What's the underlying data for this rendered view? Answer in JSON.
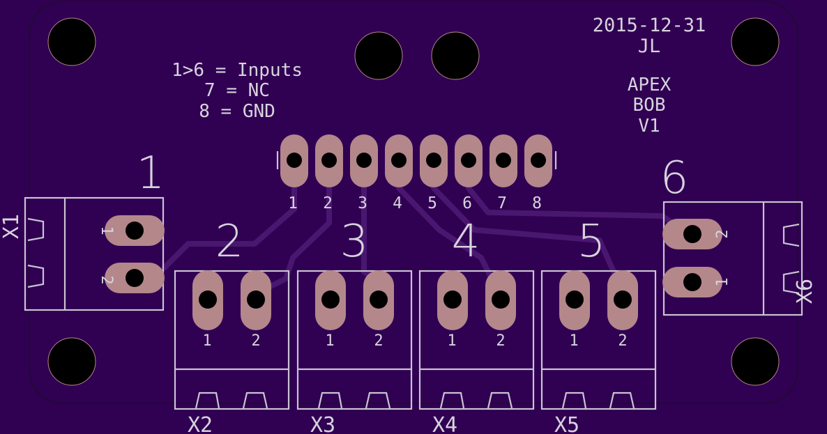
{
  "board": {
    "date": "2015-12-31",
    "author": "JL",
    "title_lines": [
      "APEX",
      "BOB",
      "V1"
    ],
    "legend_lines": [
      "1>6 = Inputs",
      "7 = NC",
      "8 = GND"
    ]
  },
  "header": {
    "pin_labels": [
      "1",
      "2",
      "3",
      "4",
      "5",
      "6",
      "7",
      "8"
    ]
  },
  "connectors": {
    "x1": {
      "designator": "X1",
      "channel": "1",
      "pin1": "1",
      "pin2": "2"
    },
    "x2": {
      "designator": "X2",
      "channel": "2",
      "pin1": "1",
      "pin2": "2"
    },
    "x3": {
      "designator": "X3",
      "channel": "3",
      "pin1": "1",
      "pin2": "2"
    },
    "x4": {
      "designator": "X4",
      "channel": "4",
      "pin1": "1",
      "pin2": "2"
    },
    "x5": {
      "designator": "X5",
      "channel": "5",
      "pin1": "1",
      "pin2": "2"
    },
    "x6": {
      "designator": "X6",
      "channel": "6",
      "pin1": "1",
      "pin2": "2"
    }
  },
  "colors": {
    "substrate": "#300052",
    "silkscreen": "#d7d3de",
    "pad": "#b4878b",
    "drill": "#000000",
    "trace": "#4a1770"
  }
}
